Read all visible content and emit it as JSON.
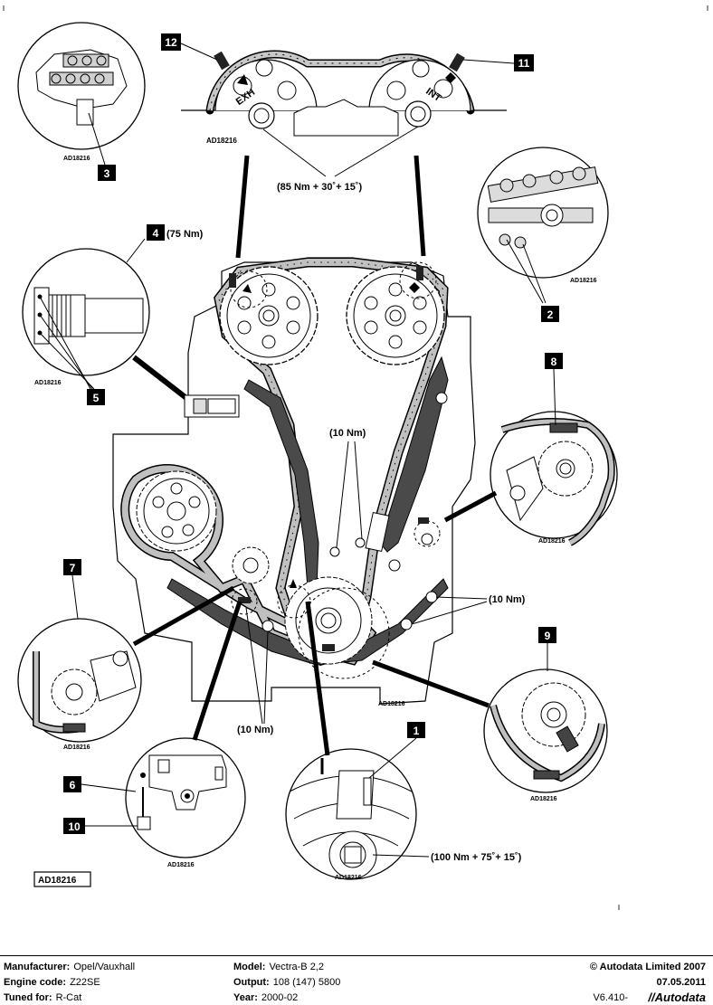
{
  "diagram": {
    "ref_code": "AD18216",
    "callouts": [
      "1",
      "2",
      "3",
      "4",
      "5",
      "6",
      "7",
      "8",
      "9",
      "10",
      "11",
      "12"
    ],
    "torque_specs": {
      "camshaft": "(85 Nm + 30˚+ 15˚)",
      "sprocket_4": "(75 Nm)",
      "guide_upper": "(10 Nm)",
      "guide_right": "(10 Nm)",
      "guide_left": "(10 Nm)",
      "crankshaft": "(100 Nm + 75˚+ 15˚)"
    },
    "cam_marks": {
      "exhaust": "EXH",
      "intake": "INT"
    },
    "colors": {
      "line": "#000000",
      "chain_fill": "#b9b9b9",
      "guide_fill": "#4a4a4a"
    }
  },
  "footer": {
    "manufacturer_label": "Manufacturer:",
    "manufacturer": "Opel/Vauxhall",
    "engine_label": "Engine code:",
    "engine": "Z22SE",
    "tuned_label": "Tuned for:",
    "tuned": "R-Cat",
    "model_label": "Model:",
    "model": "Vectra-B 2,2",
    "output_label": "Output:",
    "output": "108 (147) 5800",
    "year_label": "Year:",
    "year": "2000-02",
    "copyright": "© Autodata Limited 2007",
    "date": "07.05.2011",
    "code": "V6.410-",
    "brand": "Autodata"
  }
}
